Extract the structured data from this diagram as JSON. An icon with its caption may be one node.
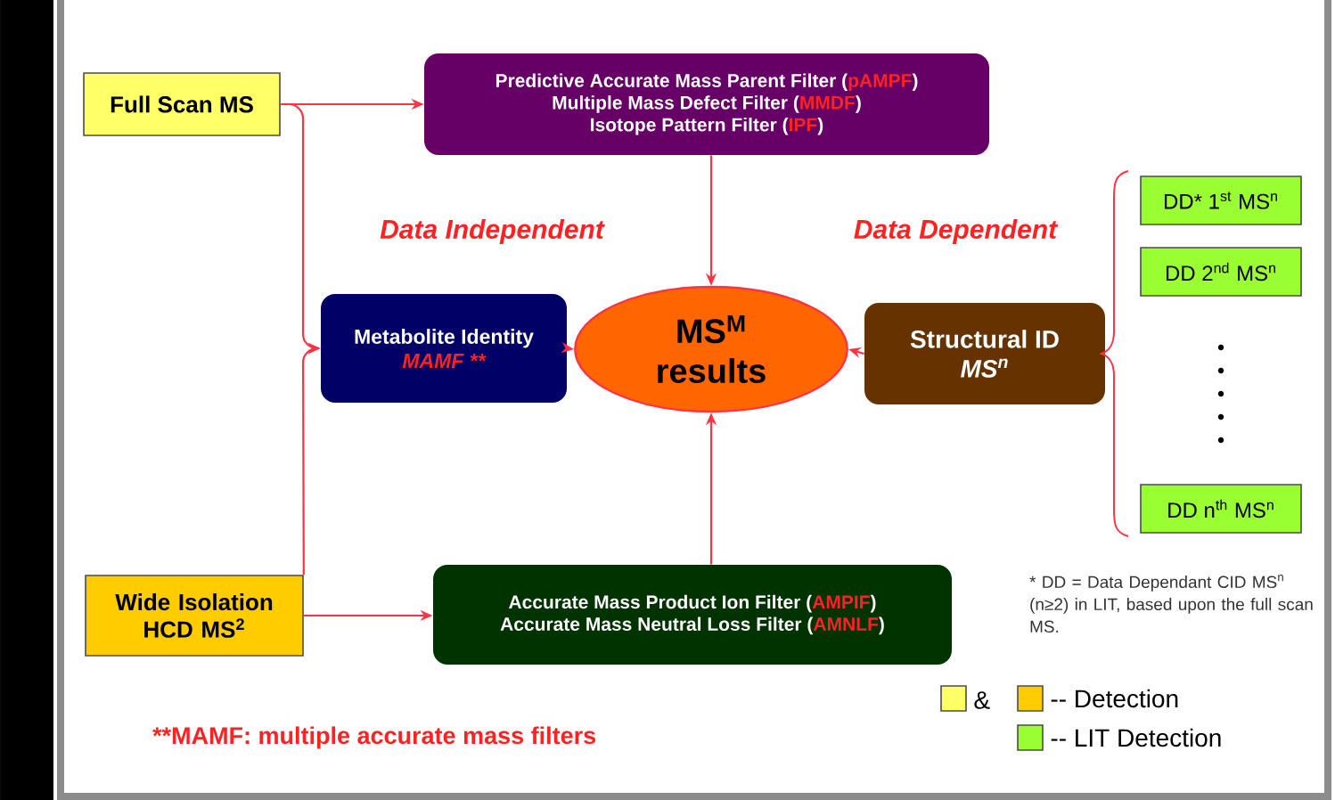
{
  "diagram": {
    "nodes": [
      {
        "text": [
          "Full Scan MS"
        ]
      },
      {
        "text": [
          "Predictive Accurate Mass Parent Filter (",
          "pAMPF",
          ")",
          "Multiple Mass Defect Filter (",
          "MMDF",
          ")",
          "Isotope Pattern Filter (",
          "IPF",
          ")"
        ]
      },
      {
        "text": [
          "Metabolite Identity",
          "MAMF **"
        ]
      },
      {
        "text": [
          "MS$^{M}$ results"
        ]
      },
      {
        "text": [
          "Structural ID",
          "MS$^{n}$"
        ]
      },
      {
        "text": [
          "DD* 1$^{st}$ MS$^{n}$"
        ]
      },
      {
        "text": [
          "DD 2$^{nd}$ MS$^{n}$"
        ]
      },
      {
        "text": [
          "DD n$^{th}$ MS$^{n}$"
        ]
      },
      {
        "text": [
          "Wide Isolation HCD MS$^{2}$"
        ]
      },
      {
        "text": [
          "Accurate Mass Product Ion Filter (",
          "AMPIF",
          ")",
          "Accurate Mass Neutral Loss Filter (",
          "AMNLF",
          ")"
        ]
      }
    ],
    "edges": [
      {
        "from": 0,
        "to": 1,
        "arrow": "to"
      },
      {
        "from": 0,
        "to": 2,
        "arrow": "to"
      },
      {
        "from": 8,
        "to": 2,
        "arrow": "to"
      },
      {
        "from": 8,
        "to": 9,
        "arrow": "to"
      },
      {
        "from": 1,
        "to": 3,
        "arrow": "to"
      },
      {
        "from": 2,
        "to": 3,
        "arrow": "to"
      },
      {
        "from": 4,
        "to": 3,
        "arrow": "to"
      },
      {
        "from": 9,
        "to": 3,
        "arrow": "to"
      }
    ],
    "labels": [
      "Data Independent",
      "Data Dependent",
      "* DD = Data Dependant CID MS$^{n}$ (n≥2) in LIT, based upon the full scan MS.",
      "**MAMF: multiple accurate mass filters"
    ],
    "legend": [
      {
        "text": "&",
        "color": "#ffff66"
      },
      {
        "text": "-- Detection",
        "color": "#ffcc00"
      },
      {
        "text": "-- LIT Detection",
        "color": "#99ff33"
      }
    ]
  }
}
